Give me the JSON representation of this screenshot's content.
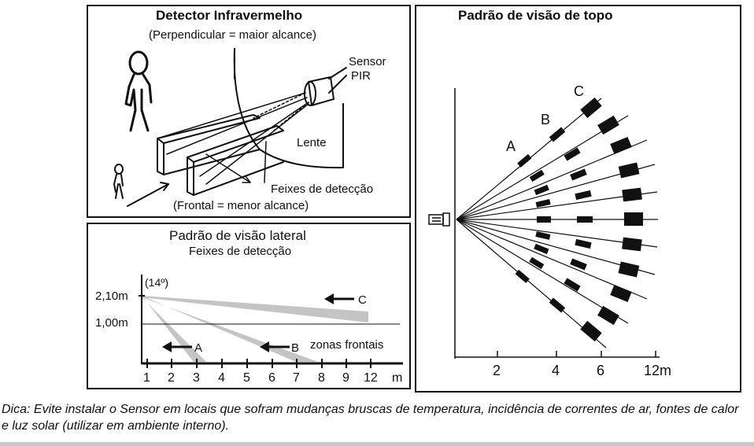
{
  "detector": {
    "title": "Detector Infravermelho",
    "subtitle": "(Perpendicular = maior alcance)",
    "sensor_line1": "Sensor",
    "sensor_line2": "PIR",
    "lens_label": "Lente",
    "beams_label": "Feixes de detecção",
    "frontal_caption": "(Frontal = menor alcance)"
  },
  "side_view": {
    "title": "Padrão de visão lateral",
    "subtitle": "Feixes de detecção",
    "angle_label": "(14º)",
    "height_high": "2,10m",
    "height_low": "1,00m",
    "zone_a": "A",
    "zone_b": "B",
    "zone_c": "C",
    "zones_label": "zonas frontais",
    "x_ticks": [
      "1",
      "2",
      "3",
      "4",
      "5",
      "6",
      "7",
      "8",
      "9",
      "12"
    ],
    "x_unit": "m"
  },
  "top_view": {
    "title": "Padrão de visão de topo",
    "zone_a": "A",
    "zone_b": "B",
    "zone_c": "C",
    "x_ticks": [
      "2",
      "4",
      "6",
      "12m"
    ]
  },
  "tip": "Dica: Evite instalar o Sensor em locais que sofram mudanças bruscas de temperatura, incidência de correntes de ar, fontes de calor e luz solar (utilizar em ambiente interno).",
  "colors": {
    "line": "#111111",
    "beam_gray": "#c4c4c4",
    "bottom_bar": "#c8c8c8"
  }
}
